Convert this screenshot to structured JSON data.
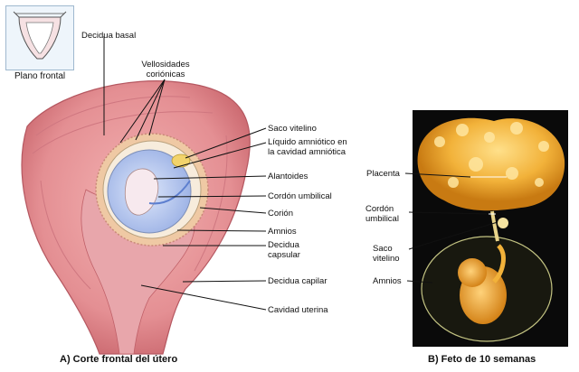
{
  "figure_a": {
    "inset_caption": "Plano frontal",
    "caption": "A) Corte frontal del útero",
    "labels": {
      "decidua_basal": "Decidua basal",
      "vellosidades": [
        "Vellosidades",
        "coriónicas"
      ],
      "saco_vitelino": "Saco vitelino",
      "liquido": [
        "Líquido amniótico en",
        "la cavidad amniótica"
      ],
      "alantoides": "Alantoides",
      "cordon": "Cordón umbilical",
      "corion": "Corión",
      "amnios": "Amnios",
      "decidua_capsular": [
        "Decidua",
        "capsular"
      ],
      "decidua_capilar": "Decidua capilar",
      "cavidad_uterina": "Cavidad uterina"
    }
  },
  "figure_b": {
    "caption": "B) Feto de 10 semanas",
    "labels": {
      "placenta": "Placenta",
      "cordon": [
        "Cordón",
        "umbilical"
      ],
      "saco_vitelino": [
        "Saco",
        "vitelino"
      ],
      "amnios": "Amnios"
    }
  }
}
